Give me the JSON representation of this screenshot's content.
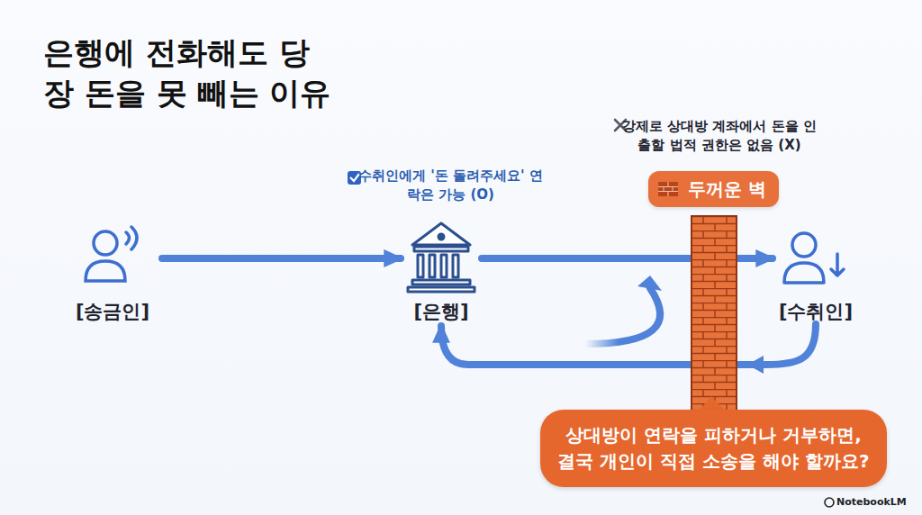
{
  "diagram": {
    "title": "은행에 전화해도 당장 돈을 못 빼는 이유",
    "nodes": [
      {
        "text": [
          "[송금인]"
        ]
      },
      {
        "text": [
          "[은행]"
        ]
      },
      {
        "text": [
          "[수취인]"
        ]
      },
      {
        "text": [
          "두꺼운 벽"
        ]
      },
      {
        "text": [
          "상대방이 연락을 피하거나 거부하면, 결국 개인이 직접 소송을 해야 할까요?"
        ]
      }
    ],
    "edges": [
      {
        "from": 0,
        "to": 1,
        "arrow": "to"
      },
      {
        "from": 1,
        "to": 2,
        "arrow": "to"
      },
      {
        "from": 2,
        "to": 1,
        "arrow": "to"
      }
    ],
    "labels": [
      "수취인에게 '돈 돌려주세요' 연락은 가능 (O)",
      "강제로 상대방 계좌에서 돈을 인출할 법적 권한은 없음 (X)",
      "NotebookLM"
    ]
  }
}
